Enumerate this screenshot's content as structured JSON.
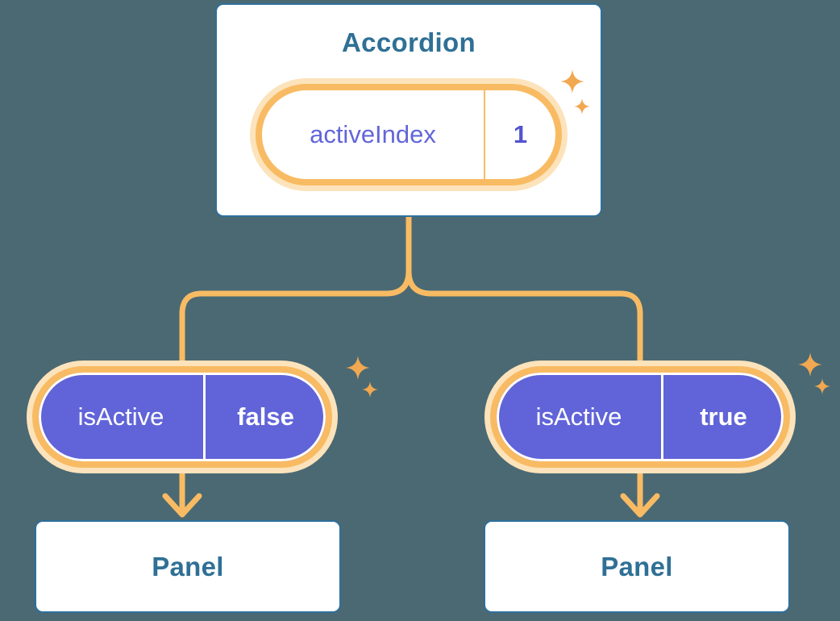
{
  "colors": {
    "background": "#4B6973",
    "wire-orange": "#F8BB63",
    "halo-orange": "#FCE3BB",
    "sparkle-orange": "#F1A850",
    "purple": "#6164D8",
    "purple-text": "#6266D8",
    "purple-value": "#5155CF",
    "blue-text": "#2F7095",
    "card-border": "#2F6F9C"
  },
  "accordion": {
    "title": "Accordion",
    "state_pill": {
      "name": "activeIndex",
      "value": "1"
    }
  },
  "children": [
    {
      "prop_pill": {
        "name": "isActive",
        "value": "false"
      },
      "panel": {
        "label": "Panel"
      }
    },
    {
      "prop_pill": {
        "name": "isActive",
        "value": "true"
      },
      "panel": {
        "label": "Panel"
      }
    }
  ]
}
